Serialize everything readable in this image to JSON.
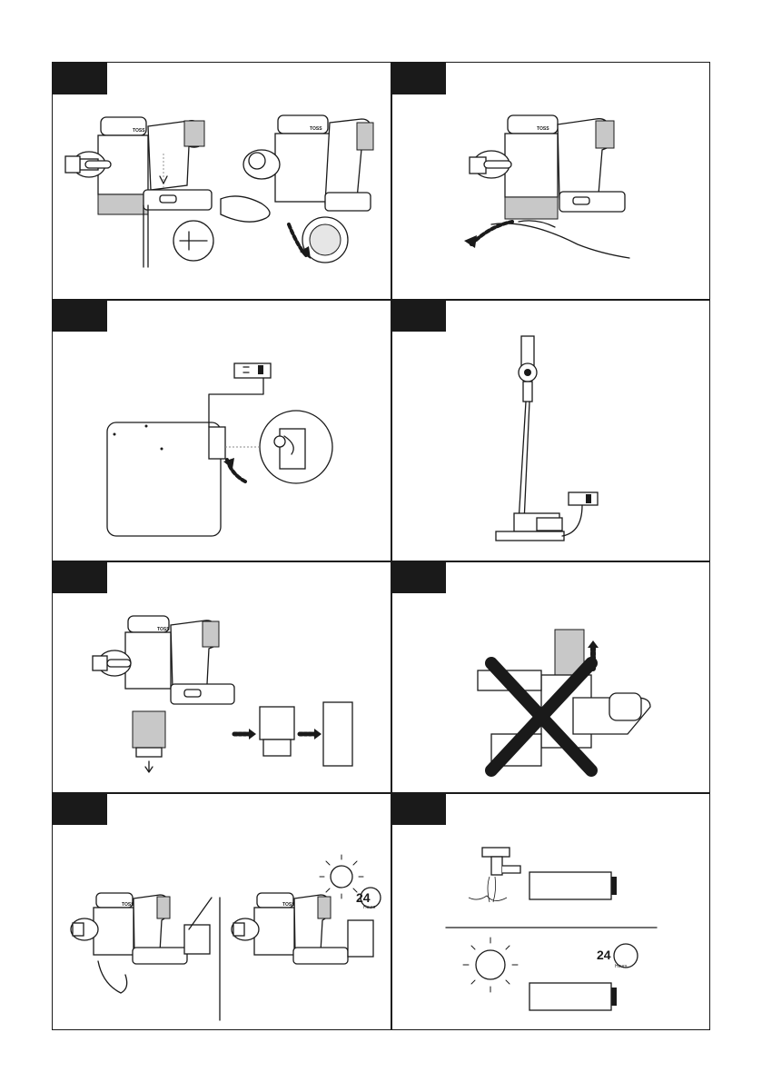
{
  "page": {
    "panels": [
      {
        "id": 1,
        "step_label": "",
        "description": "Empty dust bin"
      },
      {
        "id": 2,
        "step_label": "",
        "description": "Close dust bin lid"
      },
      {
        "id": 3,
        "step_label": "",
        "description": "Mount charging bracket to wall"
      },
      {
        "id": 4,
        "step_label": "",
        "description": "Store and charge on bracket"
      },
      {
        "id": 5,
        "step_label": "",
        "description": "Remove filter assembly"
      },
      {
        "id": 6,
        "step_label": "",
        "description": "Do not pull filter upward"
      },
      {
        "id": 7,
        "step_label": "",
        "description": "Wipe and dry filter"
      },
      {
        "id": 8,
        "step_label": "",
        "description": "Rinse filter and dry 24 hours"
      }
    ],
    "device_logo": "TOSS",
    "dry_time_badge": {
      "number": "24",
      "unit": "Hours"
    }
  }
}
